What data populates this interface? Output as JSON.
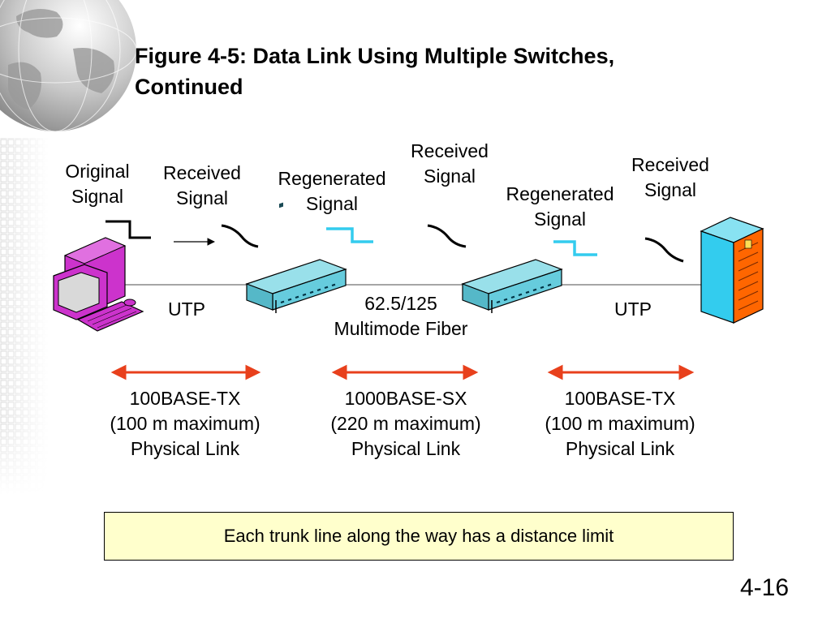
{
  "slide": {
    "title_line1": "Figure 4-5: Data Link Using Multiple Switches,",
    "title_line2": "Continued",
    "page_number": "4-16"
  },
  "signals": {
    "original": [
      "Original",
      "Signal"
    ],
    "received_1": [
      "Received",
      "Signal"
    ],
    "regenerated_1": [
      "Regenerated",
      "Signal"
    ],
    "received_2": [
      "Received",
      "Signal"
    ],
    "regenerated_2": [
      "Regenerated",
      "Signal"
    ],
    "received_3": [
      "Received",
      "Signal"
    ]
  },
  "media": {
    "utp_left": "UTP",
    "fiber": [
      "62.5/125",
      "Multimode Fiber"
    ],
    "utp_right": "UTP"
  },
  "links": [
    {
      "standard": "100BASE-TX",
      "limit": "(100 m maximum)",
      "type": "Physical Link"
    },
    {
      "standard": "1000BASE-SX",
      "limit": "(220 m maximum)",
      "type": "Physical Link"
    },
    {
      "standard": "100BASE-TX",
      "limit": "(100 m maximum)",
      "type": "Physical Link"
    }
  ],
  "note": "Each trunk line along the way has a distance limit",
  "icons": {
    "globe": "globe-icon",
    "computer": "desktop-computer-icon",
    "switch": "switch-icon",
    "server": "server-icon"
  },
  "colors": {
    "signal_original": "#000000",
    "signal_regenerated": "#33ccee",
    "link_arrow": "#e8401c",
    "computer": "#cc33cc",
    "switch": "#66ccdd",
    "server": "#33ccee",
    "server_panel": "#ff6600",
    "note_fill": "#ffffcc"
  }
}
